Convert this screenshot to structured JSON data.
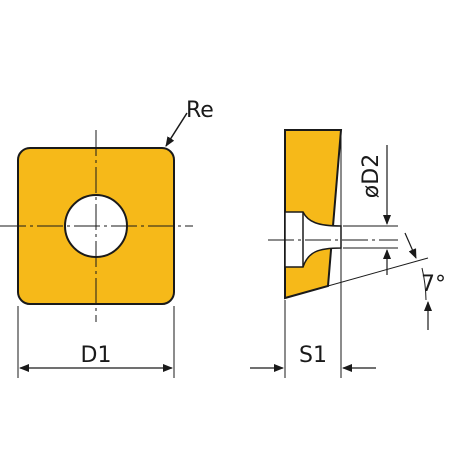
{
  "labels": {
    "corner_radius": "Re",
    "inscribed_diameter": "D1",
    "hole_diameter": "øD2",
    "thickness": "S1",
    "clearance_angle": "7°"
  },
  "colors": {
    "insert_fill": "#F6B919",
    "outline": "#1a1a1a",
    "hole_fill": "#ffffff",
    "background": "#ffffff"
  }
}
